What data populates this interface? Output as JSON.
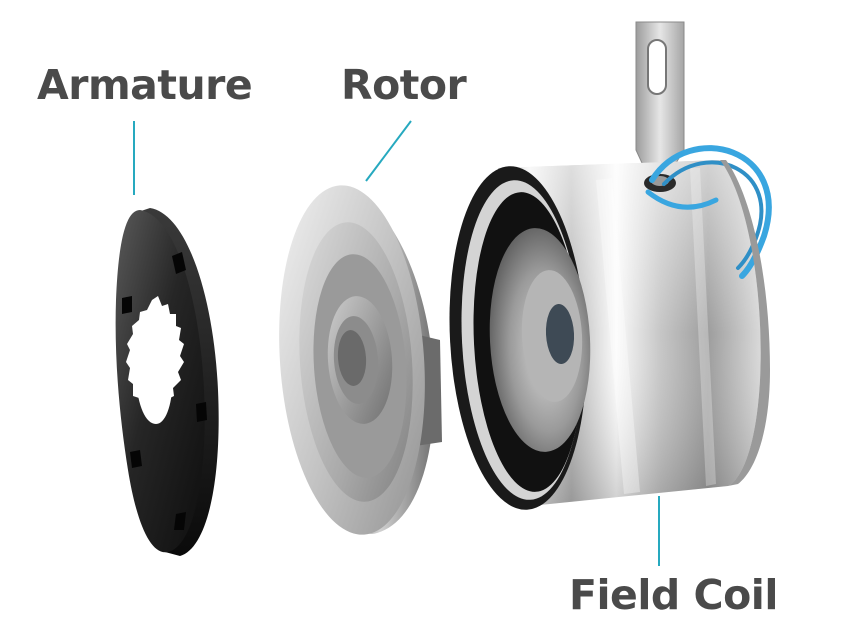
{
  "labels": {
    "armature": "Armature",
    "rotor": "Rotor",
    "field_coil": "Field Coil"
  },
  "colors": {
    "label_text": "#4a4a4a",
    "leader_line": "#26a9bf",
    "coil_wire": "#39a6e0",
    "armature_body": "#1f1f1f",
    "rotor_face": "#c9c9c9",
    "housing_metal": "#d8d8d8",
    "background": "#ffffff"
  },
  "components": [
    {
      "id": "armature",
      "icon": "dark-toothed-disc"
    },
    {
      "id": "rotor",
      "icon": "grey-pulley-disc"
    },
    {
      "id": "field-coil",
      "icon": "chrome-cylinder-with-bracket-and-wire"
    }
  ]
}
